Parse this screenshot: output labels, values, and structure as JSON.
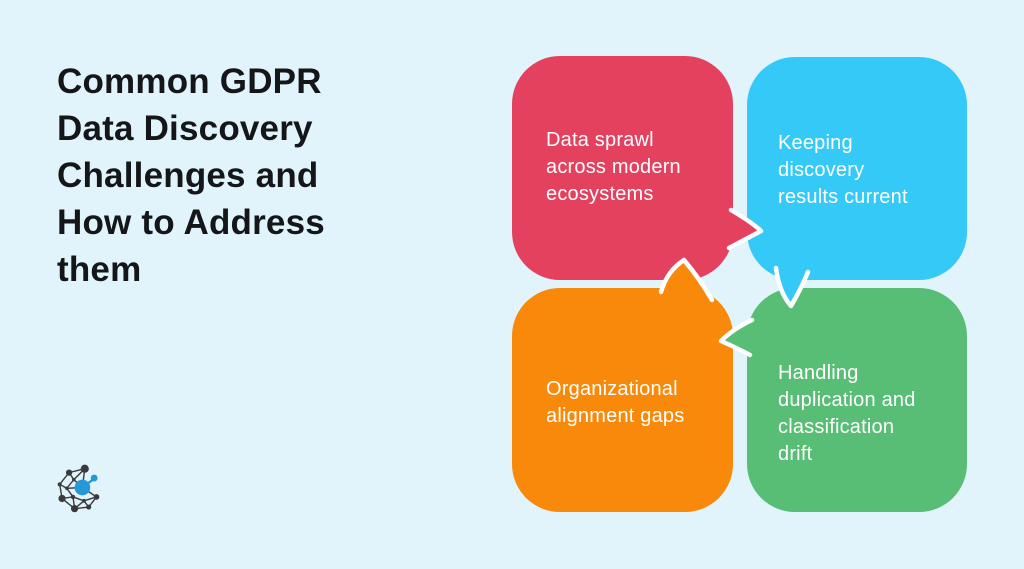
{
  "title": {
    "lines": [
      "Common GDPR",
      "Data Discovery",
      "Challenges and",
      "How to Address",
      "them"
    ]
  },
  "bubbles": [
    {
      "id": "data-sprawl",
      "color_name": "pink",
      "lines": [
        "Data sprawl",
        "across modern",
        "ecosystems"
      ]
    },
    {
      "id": "keeping-current",
      "color_name": "cyan",
      "lines": [
        "Keeping",
        "discovery",
        "results current"
      ]
    },
    {
      "id": "org-alignment",
      "color_name": "orange",
      "lines": [
        "Organizational",
        "alignment gaps"
      ]
    },
    {
      "id": "duplication-drift",
      "color_name": "green",
      "lines": [
        "Handling",
        "duplication and",
        "classification",
        "drift"
      ]
    }
  ],
  "icons": {
    "logo": "network-graph-icon"
  },
  "colors": {
    "background": "#E1F4FB",
    "title_text": "#14161A",
    "bubble_text": "#FFFFFF",
    "pink": "#E4415F",
    "cyan": "#35C9F8",
    "orange": "#F8890B",
    "green": "#59BE75",
    "tail_outline": "#FFFFFF",
    "logo_dark": "#3A3A3C",
    "logo_blue": "#2598D5"
  }
}
